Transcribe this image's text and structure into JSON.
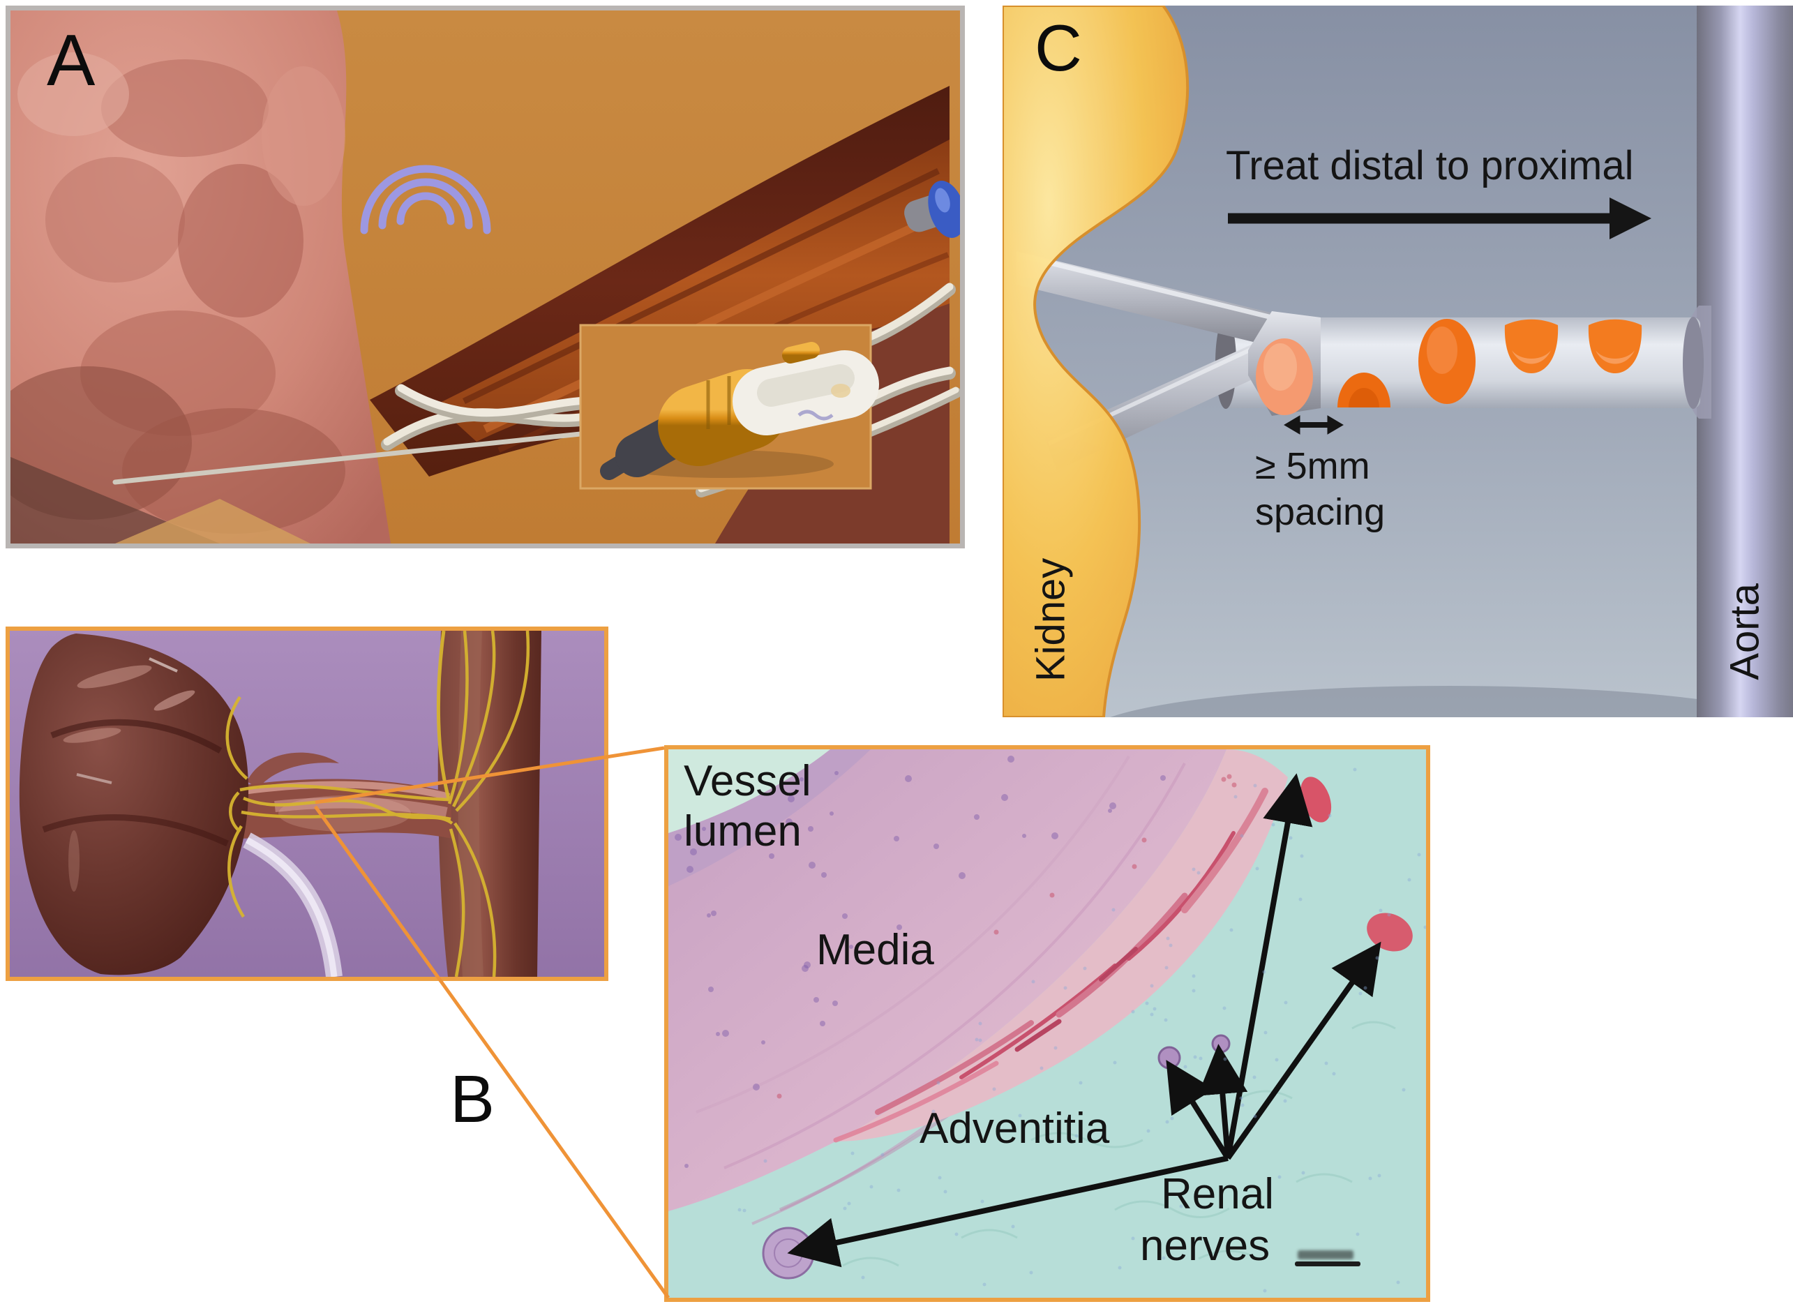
{
  "figure": {
    "panel_a": {
      "label": "A"
    },
    "panel_b": {
      "label": "B"
    },
    "panel_c": {
      "label": "C",
      "direction_text": "Treat distal to proximal",
      "spacing_line1": "≥ 5mm",
      "spacing_line2": "spacing",
      "kidney_label": "Kidney",
      "aorta_label": "Aorta",
      "ablation_spot_count": 5
    },
    "histology": {
      "vessel_lumen_line1": "Vessel",
      "vessel_lumen_line2": "lumen",
      "media_label": "Media",
      "adventitia_label": "Adventitia",
      "renal_nerves_line1": "Renal",
      "renal_nerves_line2": "nerves"
    },
    "colors": {
      "panel_border_orange": "#eda042",
      "panel_a_border_gray": "#b9b5b3",
      "ablation_orange": "#ed6c12",
      "kidney_yellow": "#f6c352",
      "histology_teal": "#b7ded8",
      "nerve_yellow": "#d2b42e",
      "panel_b_purple": "#a182b5",
      "aorta_lavender": "#c0c0e8",
      "label_black": "#141414"
    }
  }
}
